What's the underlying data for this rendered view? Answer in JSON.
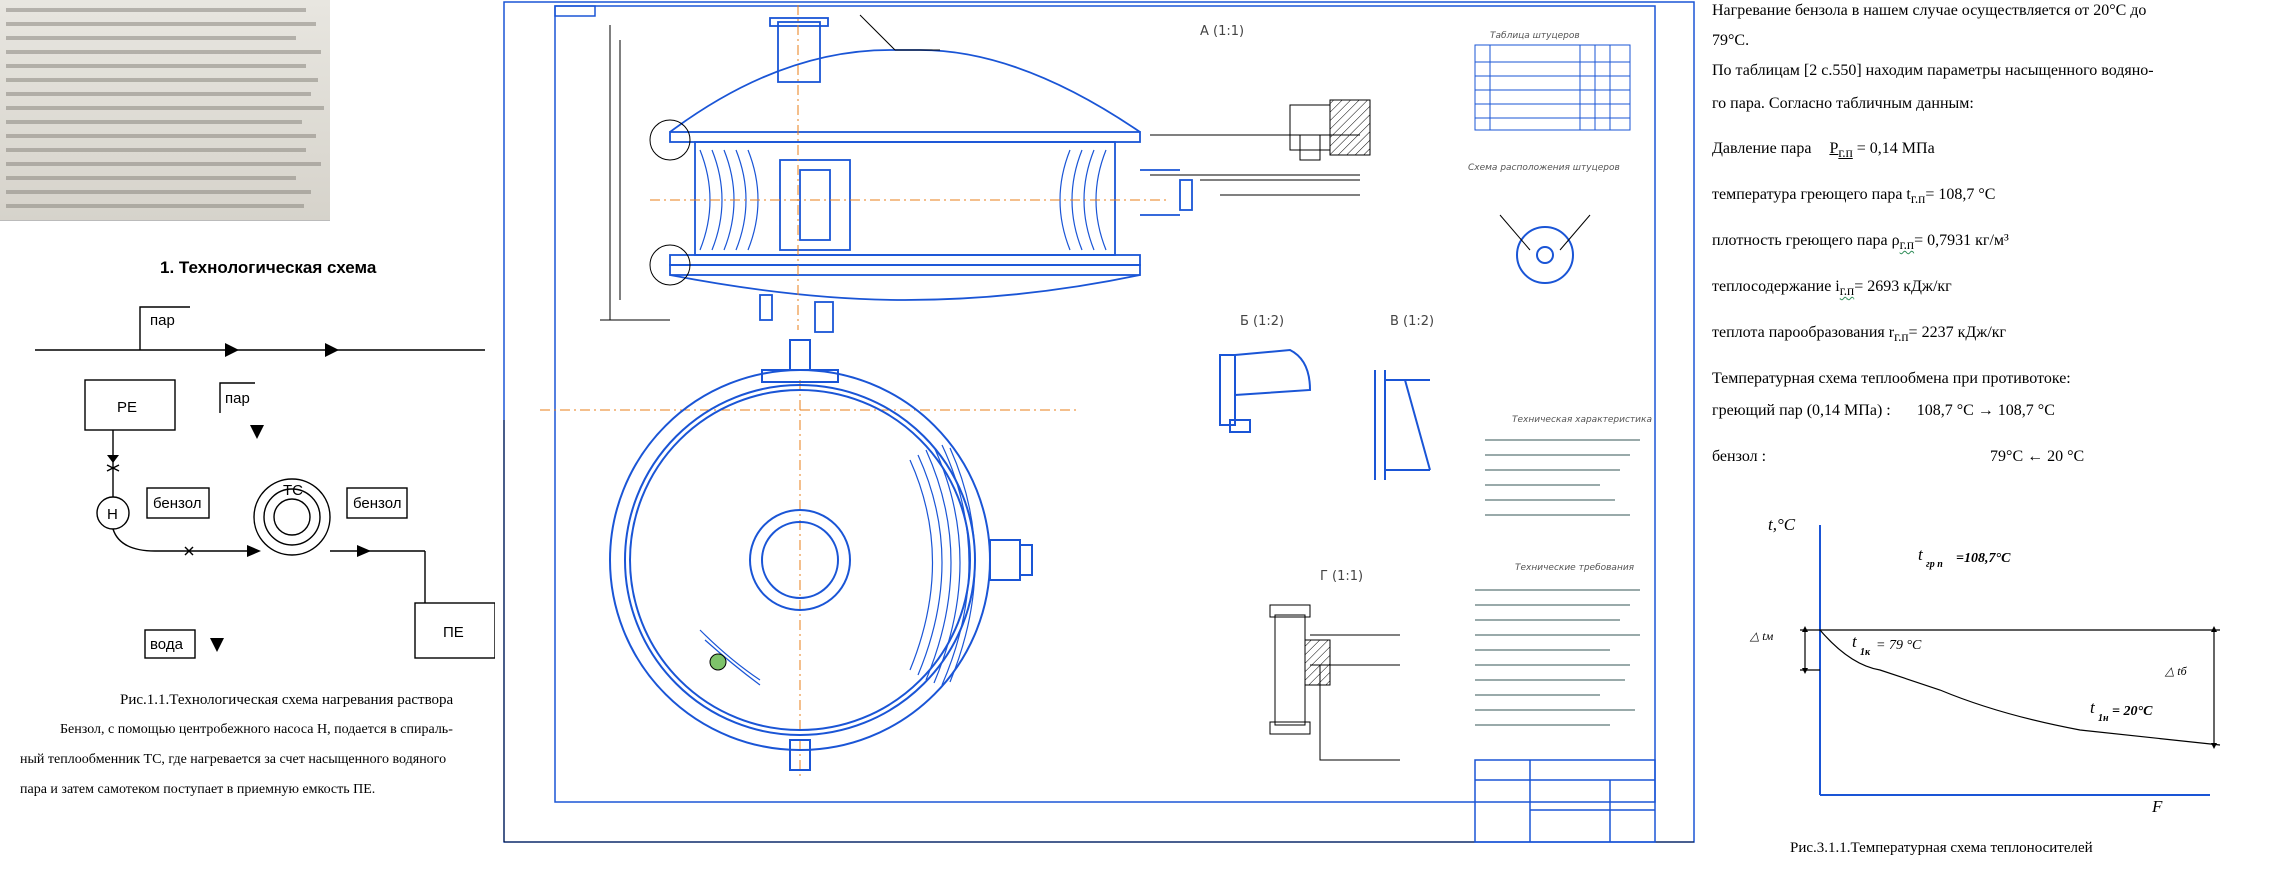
{
  "left": {
    "heading": "1. Технологическая схема",
    "scheme": {
      "steam": "пар",
      "re": "РЕ",
      "steam2": "пар",
      "pump": "Н",
      "benzene_in": "бензол",
      "exchanger": "ТС",
      "benzene_out": "бензол",
      "water": "вода",
      "pe": "ПЕ"
    },
    "caption": "Рис.1.1.Технологическая схема нагревания раствора",
    "desc": [
      "Бензол, с помощью центробежного насоса Н, подается в спираль-",
      "ный теплообменник ТС, где нагревается за счет насыщенного водяного",
      "пара и затем самотеком поступает в приемную емкость ПЕ."
    ]
  },
  "drawing": {
    "view_a": "А (1:1)",
    "view_b": "Б (1:2)",
    "view_v": "В (1:2)",
    "view_g": "Г (1:1)",
    "table_title": "Таблица штуцеров",
    "nozzles_title": "Схема расположения штуцеров",
    "tech_title": "Техническая характеристика",
    "req_title": "Технические требования"
  },
  "right": {
    "lines": {
      "l1": "Нагревание  бензола  в нашем случае осуществляется от 20°С  до",
      "l2": "79°С.",
      "l3": "По  таблицам  [2 с.550]  находим  параметры  насыщенного  водяно-",
      "l4": "го   пара.  Согласно табличным  данным:"
    },
    "pressure_label": "Давление пара",
    "pressure_sym": "P",
    "pressure_sub": "г.п",
    "pressure_val": " = 0,14 МПа",
    "temp_label": "температура  греющего  пара  t",
    "temp_sub": "г.п",
    "temp_val": "= 108,7 °С",
    "density_label": "плотность  греющего  пара  ρ",
    "density_sub": "г.п",
    "density_val": "= 0,7931 кг/м³",
    "enthalpy_label": "теплосодержание  i",
    "enthalpy_sub": "г.п",
    "enthalpy_val": "= 2693 кДж/кг",
    "heat_label": "теплота  парообразования  r",
    "heat_sub": "г.п",
    "heat_val": "= 2237 кДж/кг",
    "scheme_label": "Температурная  схема  теплообмена при  противотоке:",
    "steam_row_label": "греющий пар (0,14 МПа) :",
    "steam_row_val": "108,7 °С   →   108,7 °С",
    "benz_row_label": "бензол :",
    "benz_row_val": "79°С   ←   20 °С",
    "caption": "Рис.3.1.1.Температурная схема теплоносителей"
  },
  "temp_chart": {
    "y_axis": "t,°С",
    "x_axis": "F",
    "steam_label": "t",
    "steam_sub": "гр п",
    "steam_val": "=108,7°С",
    "benz_hot_label": "t",
    "benz_hot_sub": "1к",
    "benz_hot_val": "= 79 °С",
    "benz_cold_label": "t",
    "benz_cold_sub": "1н",
    "benz_cold_val": "= 20°С",
    "dtm": "△  tм",
    "dtb": "△  tб"
  }
}
